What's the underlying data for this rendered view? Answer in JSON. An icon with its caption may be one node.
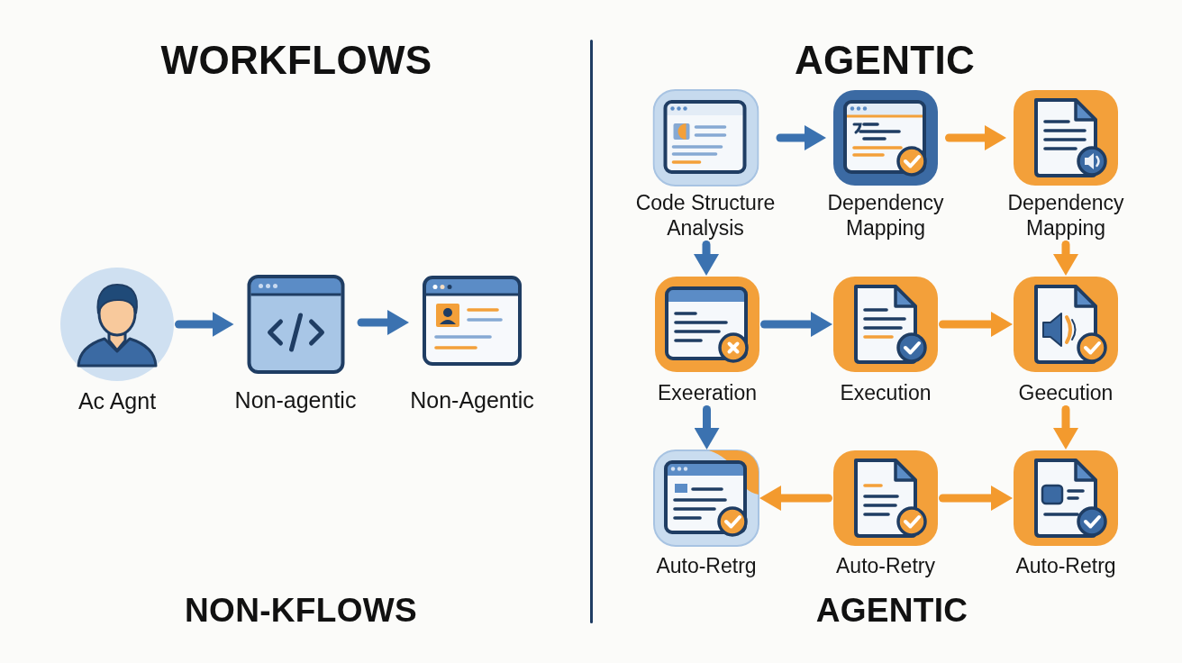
{
  "diagram": {
    "nodes": [
      {
        "text": [
          "Ac Agnt"
        ]
      },
      {
        "text": [
          "Non-agentic"
        ]
      },
      {
        "text": [
          "Non-Agentic"
        ]
      },
      {
        "text": [
          "Code Structure Analysis"
        ]
      },
      {
        "text": [
          "Dependency Mapping"
        ]
      },
      {
        "text": [
          "Dependency Mapping"
        ]
      },
      {
        "text": [
          "Exeeration"
        ]
      },
      {
        "text": [
          "Execution"
        ]
      },
      {
        "text": [
          "Geecution"
        ]
      },
      {
        "text": [
          "Auto-Retrg"
        ]
      },
      {
        "text": [
          "Auto-Retry"
        ]
      },
      {
        "text": [
          "Auto-Retrg"
        ]
      }
    ],
    "edges": [
      {
        "from": 0,
        "to": 1,
        "arrow": "to"
      },
      {
        "from": 1,
        "to": 2,
        "arrow": "to"
      },
      {
        "from": 3,
        "to": 4,
        "arrow": "to"
      },
      {
        "from": 4,
        "to": 5,
        "arrow": "to",
        "color": "#f39a2e"
      },
      {
        "from": 3,
        "to": 6,
        "arrow": "to"
      },
      {
        "from": 5,
        "to": 8,
        "arrow": "to",
        "color": "#f39a2e"
      },
      {
        "from": 6,
        "to": 7,
        "arrow": "to"
      },
      {
        "from": 7,
        "to": 8,
        "arrow": "to",
        "color": "#f39a2e"
      },
      {
        "from": 6,
        "to": 9,
        "arrow": "to"
      },
      {
        "from": 8,
        "to": 11,
        "arrow": "to",
        "color": "#f39a2e"
      },
      {
        "from": 10,
        "to": 9,
        "arrow": "to",
        "color": "#f39a2e"
      },
      {
        "from": 10,
        "to": 11,
        "arrow": "to",
        "color": "#f39a2e"
      }
    ],
    "labels": [
      "WORKFLOWS",
      "AGENTIC",
      "NON-KFLOWS",
      "AGENTIC"
    ]
  }
}
